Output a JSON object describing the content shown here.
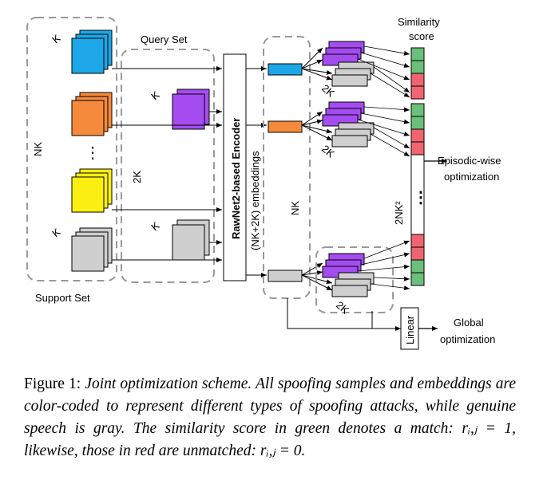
{
  "diagram": {
    "support_set_label": "Support Set",
    "query_set_label": "Query Set",
    "encoder_label": "RawNet2-based Encoder",
    "embeddings_label": "(NK+2K) embeddings",
    "similarity_label_1": "Similarity",
    "similarity_label_2": "score",
    "episodic_label_1": "Episodic-wise",
    "episodic_label_2": "optimization",
    "global_label_1": "Global",
    "global_label_2": "optimization",
    "linear_label": "Linear",
    "k_label": "K",
    "nk_label": "NK",
    "twok_label": "2K",
    "nk2_label": "2NK²",
    "ellipsis": "…",
    "vdots": "⋮",
    "colors": {
      "blue": "#1ea7e8",
      "orange": "#f58a3c",
      "yellow": "#fbef12",
      "purple": "#a44cf0",
      "gray": "#cfcfcf",
      "green": "#6abf7b",
      "red": "#f06471",
      "dash": "#999999"
    }
  },
  "caption": {
    "lead": "Figure 1: ",
    "body": "Joint optimization scheme.  All spoofing samples and embeddings are color-coded to represent different types of spoofing attacks, while genuine speech is gray. The similarity score in green denotes a match: rᵢ,ⱼ = 1, likewise, those in red are unmatched: rᵢ,ⱼ = 0."
  }
}
